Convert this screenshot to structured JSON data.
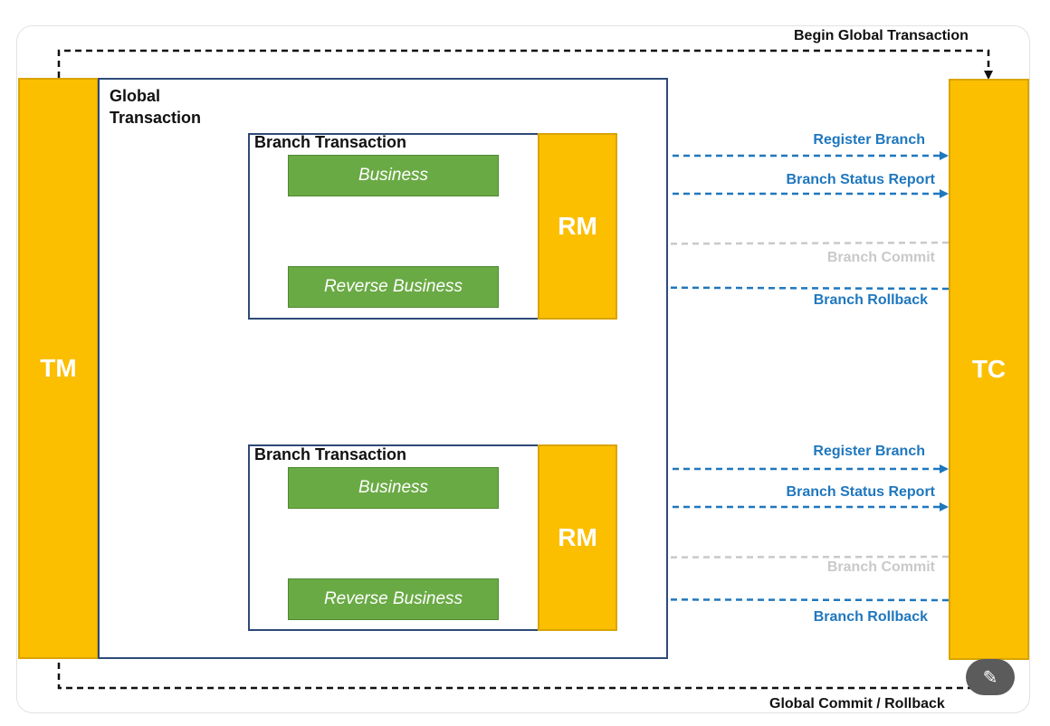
{
  "diagram": {
    "begin_label": "Begin Global Transaction",
    "end_label": "Global Commit / Rollback",
    "tm_label": "TM",
    "tc_label": "TC",
    "global_title_line1": "Global",
    "global_title_line2": "Transaction",
    "branches": [
      {
        "title": "Branch Transaction",
        "business": "Business",
        "reverse": "Reverse Business",
        "rm": "RM",
        "messages": {
          "register": "Register Branch",
          "status": "Branch Status Report",
          "commit": "Branch Commit",
          "rollback": "Branch Rollback"
        }
      },
      {
        "title": "Branch Transaction",
        "business": "Business",
        "reverse": "Reverse Business",
        "rm": "RM",
        "messages": {
          "register": "Register Branch",
          "status": "Branch Status Report",
          "commit": "Branch Commit",
          "rollback": "Branch Rollback"
        }
      }
    ]
  },
  "colors": {
    "component_fill": "#fbbf00",
    "business_fill": "#6aaa45",
    "message_blue": "#1f77be",
    "message_grey": "#c9c9c9",
    "box_border": "#2e4a78"
  },
  "icons": {
    "edit_button": "magic-edit-icon"
  }
}
